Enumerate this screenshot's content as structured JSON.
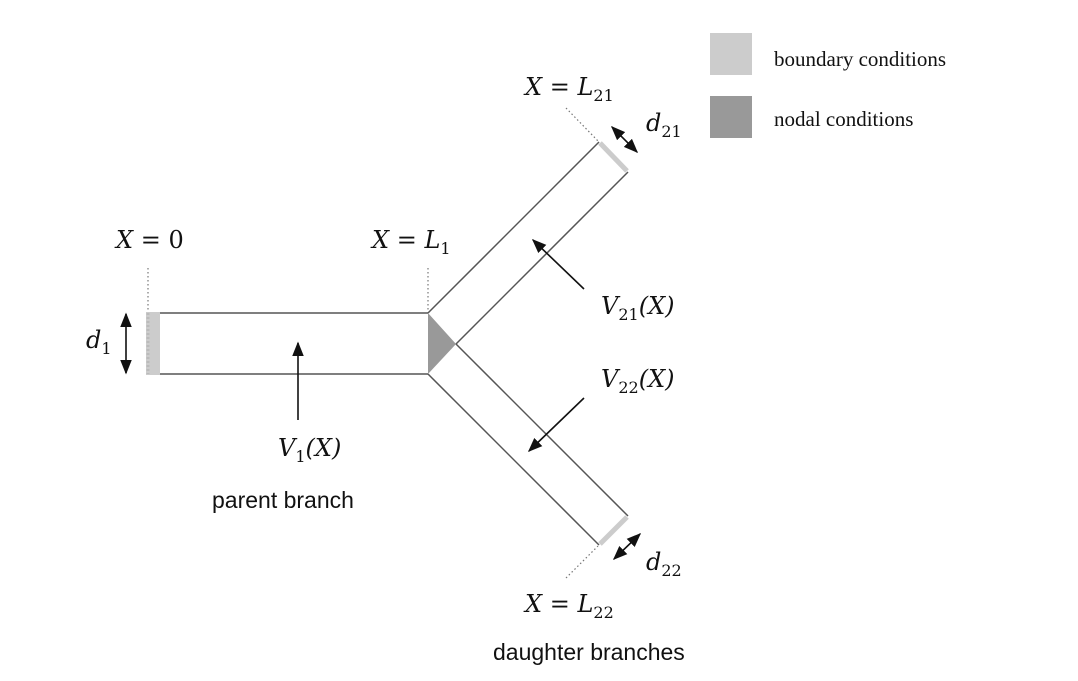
{
  "legend": {
    "boundary_label": "boundary conditions",
    "nodal_label": "nodal conditions",
    "boundary_color": "#cccccc",
    "nodal_color": "#999999"
  },
  "labels": {
    "x_eq": "X = ",
    "x0_value": "0",
    "L": "L",
    "L1_sub": "1",
    "L21_sub": "21",
    "L22_sub": "22",
    "d": "d",
    "d1_sub": "1",
    "d21_sub": "21",
    "d22_sub": "22",
    "V": "V",
    "V1_sub": "1",
    "V21_sub": "21",
    "V22_sub": "22",
    "arg": "(X)"
  },
  "captions": {
    "parent": "parent branch",
    "daughters": "daughter branches"
  }
}
